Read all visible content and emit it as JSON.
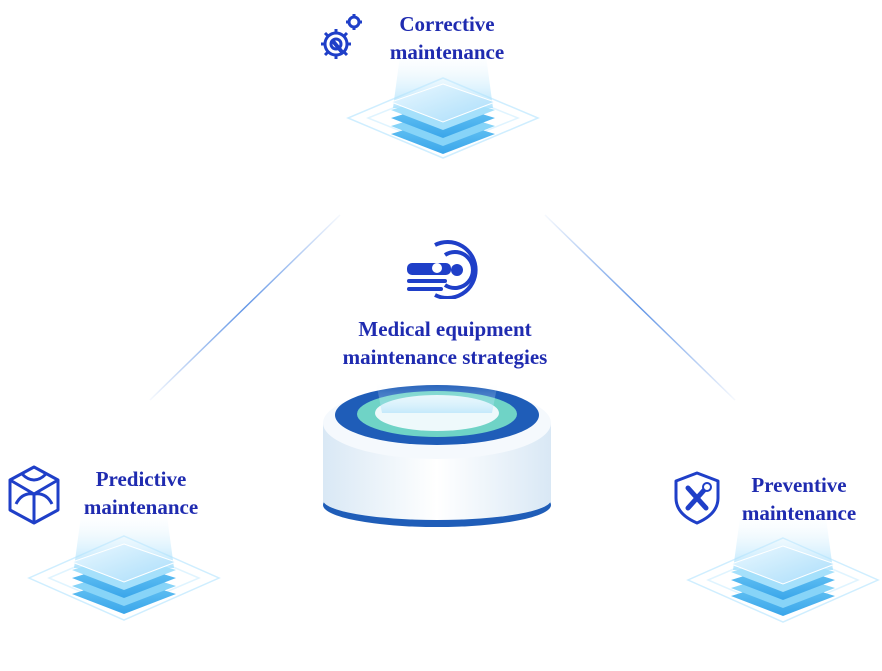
{
  "center": {
    "title_line1": "Medical equipment",
    "title_line2": "maintenance strategies",
    "icon": "medical-scanner-icon"
  },
  "nodes": {
    "top": {
      "line1": "Corrective",
      "line2": "maintenance",
      "icon": "gears-wrench-icon"
    },
    "left": {
      "line1": "Predictive",
      "line2": "maintenance",
      "icon": "cube-network-icon"
    },
    "right": {
      "line1": "Preventive",
      "line2": "maintenance",
      "icon": "shield-tools-icon"
    }
  },
  "colors": {
    "text": "#1f2bb0",
    "icon": "#1f3fc8",
    "platform_light": "#bfe9ff",
    "platform_mid": "#6cc7f5",
    "ring_dark": "#1f5db8",
    "ring_teal": "#6fd3c6"
  }
}
